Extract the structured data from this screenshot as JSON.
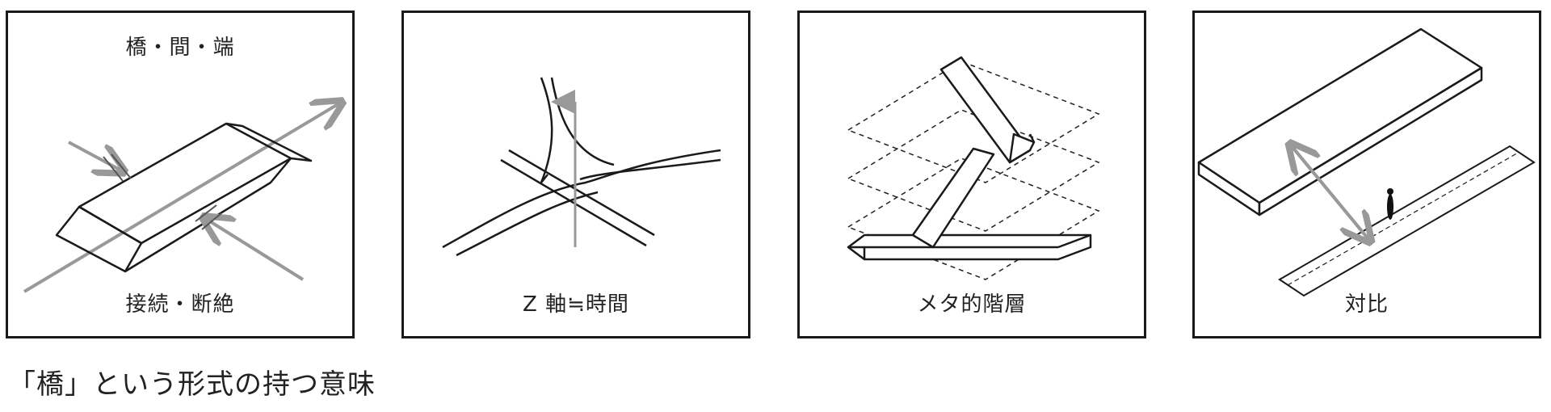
{
  "panels": [
    {
      "top_label": "橋・間・端",
      "bottom_label": "接続・断絶"
    },
    {
      "bottom_label": "Z 軸≒時間"
    },
    {
      "bottom_label": "メタ的階層"
    },
    {
      "bottom_label": "対比"
    }
  ],
  "caption": "「橋」という形式の持つ意味",
  "colors": {
    "line": "#1a1a1a",
    "arrow": "#999999"
  }
}
